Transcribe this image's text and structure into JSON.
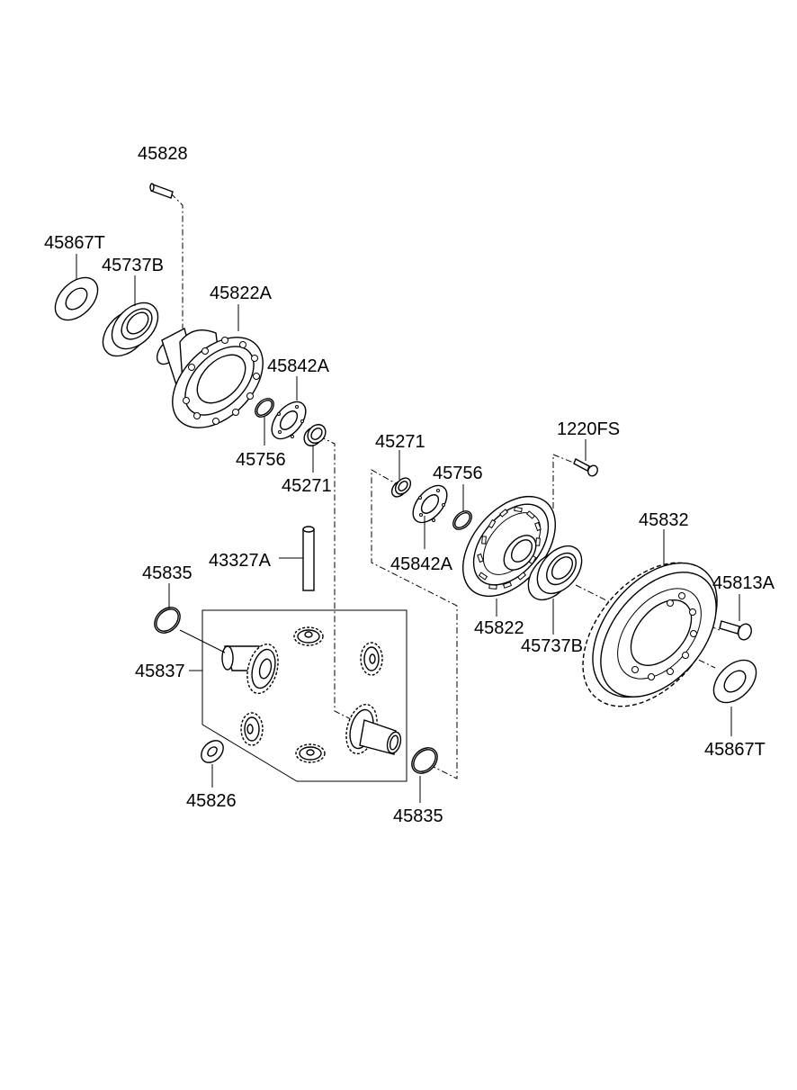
{
  "labels": {
    "p45828": "45828",
    "p45867T_top": "45867T",
    "p45737B_top": "45737B",
    "p45822A": "45822A",
    "p45842A_top": "45842A",
    "p45756_left": "45756",
    "p45271_left": "45271",
    "p45271_right": "45271",
    "p45756_right": "45756",
    "p1220FS": "1220FS",
    "p45842A_right": "45842A",
    "p45832": "45832",
    "p45813A": "45813A",
    "p43327A": "43327A",
    "p45835_top": "45835",
    "p45837": "45837",
    "p45822": "45822",
    "p45737B_right": "45737B",
    "p45867T_right": "45867T",
    "p45826": "45826",
    "p45835_bottom": "45835"
  },
  "colors": {
    "line": "#000000",
    "background": "#ffffff"
  }
}
